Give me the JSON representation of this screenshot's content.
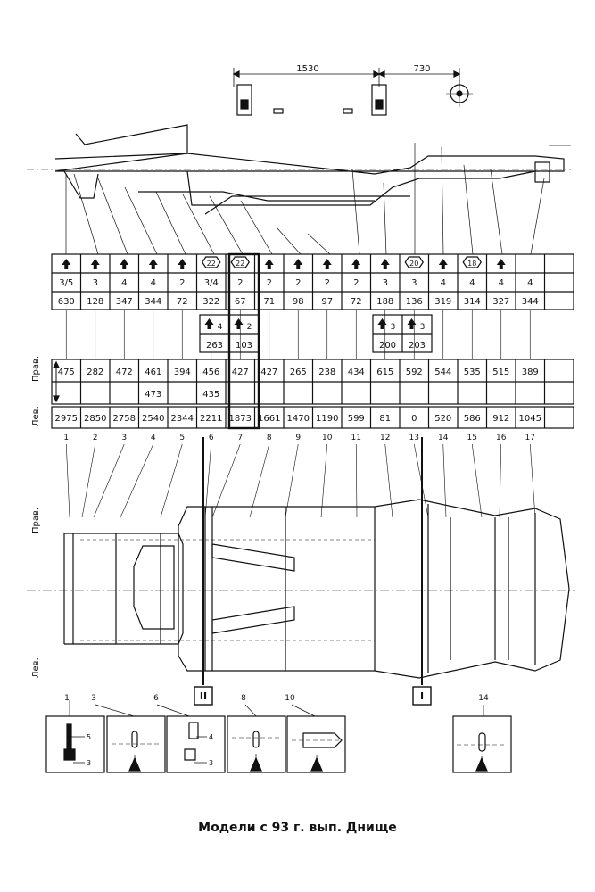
{
  "caption": "Модели с 93 г. вып. Днище",
  "top_dims": [
    "1530",
    "730"
  ],
  "side_labels": {
    "right": "Прав.",
    "left": "Лев."
  },
  "points": [
    {
      "no": "1",
      "sym": "arrow",
      "mid": "3/5",
      "low": "630",
      "right": "475",
      "right2": "",
      "left": "2975"
    },
    {
      "no": "2",
      "sym": "arrow",
      "mid": "3",
      "low": "128",
      "right": "282",
      "right2": "",
      "left": "2850"
    },
    {
      "no": "3",
      "sym": "arrow",
      "mid": "4",
      "low": "347",
      "right": "472",
      "right2": "",
      "left": "2758"
    },
    {
      "no": "4",
      "sym": "arrow",
      "mid": "4",
      "low": "344",
      "right": "461",
      "right2": "473",
      "left": "2540"
    },
    {
      "no": "5",
      "sym": "arrow",
      "mid": "2",
      "low": "72",
      "right": "394",
      "right2": "",
      "left": "2344"
    },
    {
      "no": "6",
      "sym": "22",
      "mid": "3/4",
      "low": "322",
      "right": "456",
      "right2": "435",
      "left": "2211"
    },
    {
      "no": "7",
      "sym": "22",
      "mid": "2",
      "low": "67",
      "right": "427",
      "right2": "",
      "left": "1873"
    },
    {
      "no": "8",
      "sym": "arrow",
      "mid": "2",
      "low": "71",
      "right": "427",
      "right2": "",
      "left": "1661"
    },
    {
      "no": "9",
      "sym": "arrow",
      "mid": "2",
      "low": "98",
      "right": "265",
      "right2": "",
      "left": "1470"
    },
    {
      "no": "10",
      "sym": "arrow",
      "mid": "2",
      "low": "97",
      "right": "238",
      "right2": "",
      "left": "1190"
    },
    {
      "no": "11",
      "sym": "arrow",
      "mid": "2",
      "low": "72",
      "right": "434",
      "right2": "",
      "left": "599"
    },
    {
      "no": "12",
      "sym": "arrow",
      "mid": "3",
      "low": "188",
      "right": "615",
      "right2": "",
      "left": "81"
    },
    {
      "no": "13",
      "sym": "20",
      "mid": "3",
      "low": "136",
      "right": "592",
      "right2": "",
      "left": "0"
    },
    {
      "no": "14",
      "sym": "arrow",
      "mid": "4",
      "low": "319",
      "right": "544",
      "right2": "",
      "left": "520"
    },
    {
      "no": "15",
      "sym": "18",
      "mid": "4",
      "low": "314",
      "right": "535",
      "right2": "",
      "left": "586"
    },
    {
      "no": "16",
      "sym": "arrow",
      "mid": "4",
      "low": "327",
      "right": "515",
      "right2": "",
      "left": "912"
    },
    {
      "no": "17",
      "sym": "",
      "mid": "4",
      "low": "344",
      "right": "389",
      "right2": "",
      "left": "1045"
    }
  ],
  "extra_cells": [
    {
      "col": 6,
      "sym": "4",
      "value": "263"
    },
    {
      "col": 7,
      "sym": "2",
      "value": "103"
    },
    {
      "col": 12,
      "sym": "3",
      "value": "200"
    },
    {
      "col": 13,
      "sym": "3",
      "value": "203"
    }
  ],
  "section_markers": [
    "II",
    "I"
  ],
  "bottom_labels": [
    "1",
    "3",
    "6",
    "8",
    "10",
    "14"
  ],
  "detail_callouts": [
    "5",
    "3",
    "4",
    "3"
  ]
}
